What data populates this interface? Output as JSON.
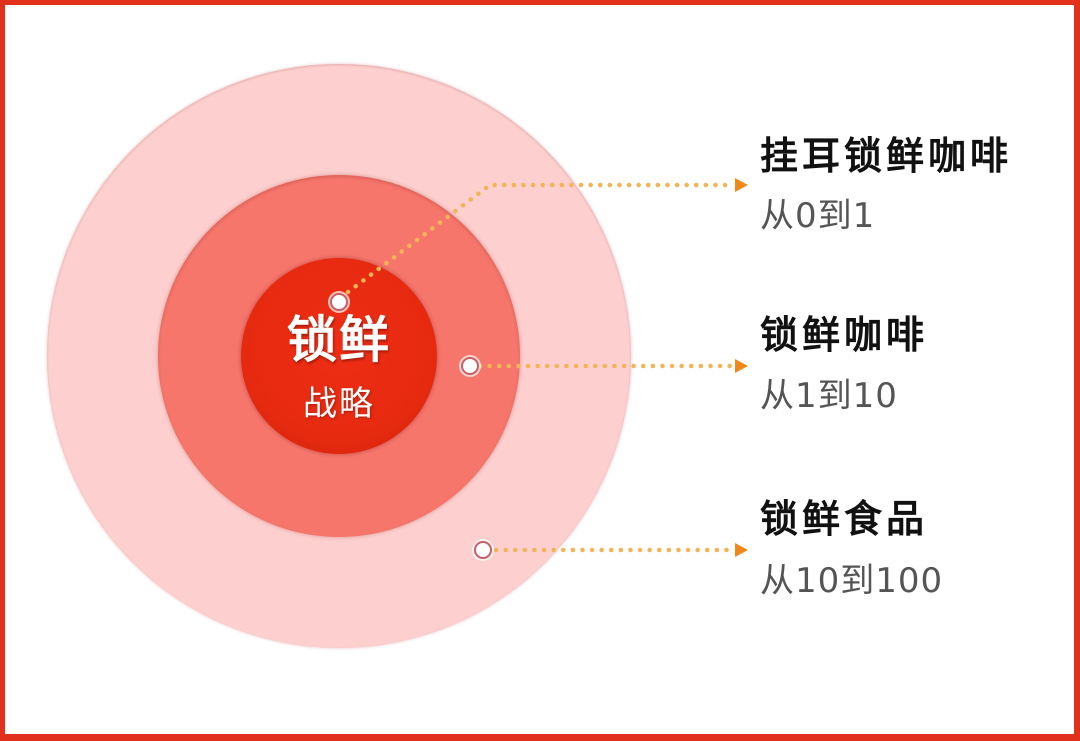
{
  "center": {
    "title": "锁鲜",
    "subtitle": "战略"
  },
  "colors": {
    "frame": "#e1301c",
    "outer_ring": "#fdd0cf",
    "middle_ring": "#f6766c",
    "inner_circle": "#e62a10",
    "connector": "#f2b457",
    "arrow": "#ef8a1a"
  },
  "stages": [
    {
      "title": "挂耳锁鲜咖啡",
      "subtitle": "从0到1"
    },
    {
      "title": "锁鲜咖啡",
      "subtitle": "从1到10"
    },
    {
      "title": "锁鲜食品",
      "subtitle": "从10到100"
    }
  ]
}
